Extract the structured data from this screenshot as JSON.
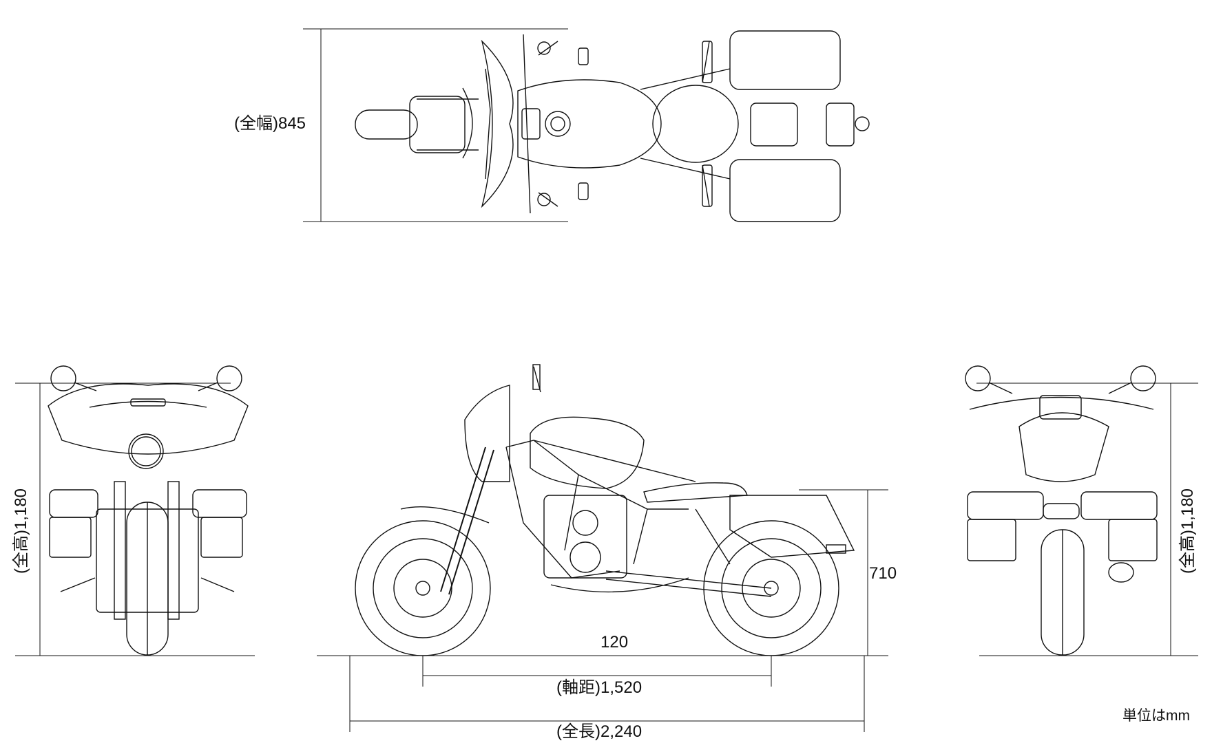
{
  "dimensions": {
    "overall_width": "(全幅)845",
    "overall_height_front": "(全高)1,180",
    "overall_height_rear": "(全高)1,180",
    "seat_height": "710",
    "ground_clearance": "120",
    "wheelbase": "(軸距)1,520",
    "overall_length": "(全長)2,240"
  },
  "unit_note": "単位はmm",
  "views": {
    "top": "top-view",
    "front": "front-view",
    "side": "side-view",
    "rear": "rear-view"
  },
  "colors": {
    "line": "#111111",
    "background": "#ffffff"
  }
}
